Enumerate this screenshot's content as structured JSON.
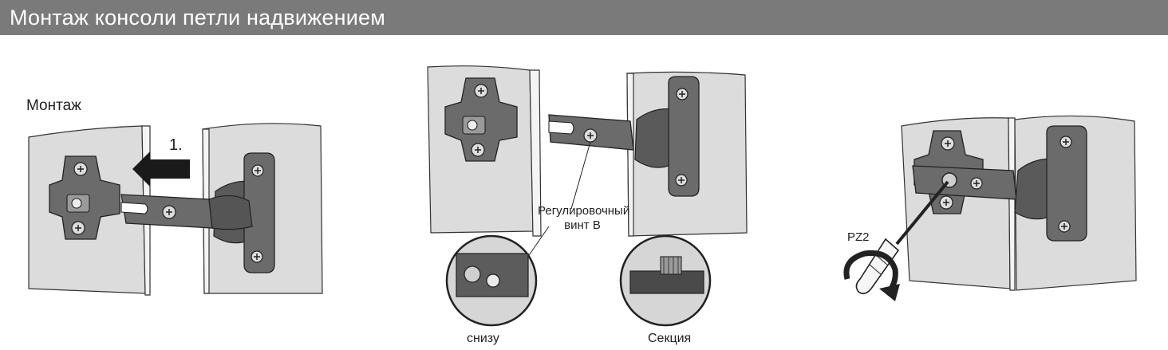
{
  "header": {
    "title": "Монтаж консоли петли надвижением"
  },
  "labels": {
    "montazh": "Монтаж",
    "step_1": "1.",
    "adjust_screw_line1": "Регулировочный",
    "adjust_screw_line2": "винт B",
    "view_bottom": "снизу",
    "view_section": "Секция",
    "tool": "PZ2"
  },
  "colors": {
    "header_bg": "#7a7a7a",
    "panel_gray": "#dcdcdc",
    "metal": "#4a4a4a",
    "arrow": "#1a1a1a"
  },
  "icons": [
    "push-arrow-icon",
    "screwdriver-icon",
    "rotation-arrow-icon",
    "magnifier-circle-icon"
  ]
}
